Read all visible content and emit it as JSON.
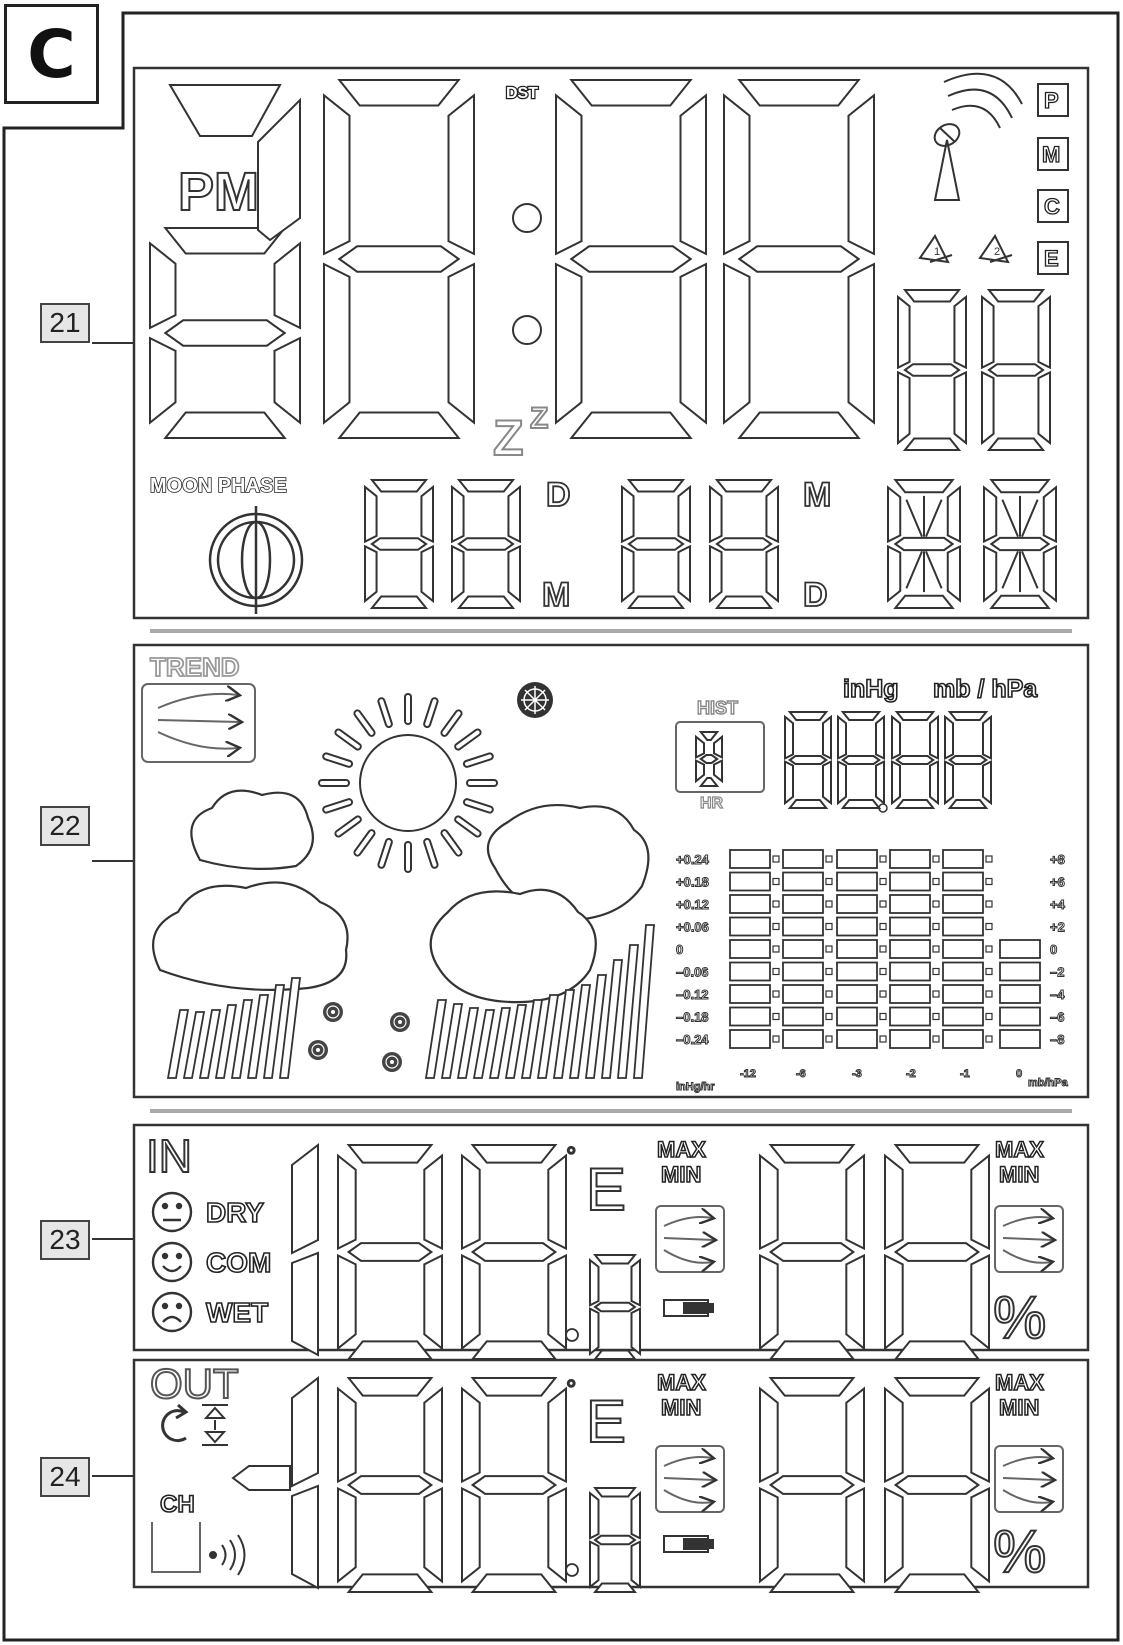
{
  "figure": {
    "corner_letter": "C",
    "callouts": [
      "21",
      "22",
      "23",
      "24"
    ]
  },
  "clock_panel": {
    "dst": "DST",
    "pm": "PM",
    "sleep": "Z",
    "sleep_small": "Z",
    "mode_letters": [
      "P",
      "M",
      "C",
      "E"
    ],
    "moon_phase": "MOON PHASE",
    "date1_top": "D",
    "date1_bottom": "M",
    "date2_top": "M",
    "date2_bottom": "D",
    "icons": [
      "radio-tower-icon",
      "alarm-bell-icon",
      "moon-icon"
    ]
  },
  "weather_panel": {
    "trend": "TREND",
    "hist": "HIST",
    "hr": "HR",
    "unit_inhg": "inHg",
    "unit_mb": "mb / hPa",
    "left_scale": [
      "+0.24",
      "+0.18",
      "+0.12",
      "+0.06",
      "0",
      "–0.06",
      "–0.12",
      "–0.18",
      "–0.24"
    ],
    "right_scale": [
      "+8",
      "+6",
      "+4",
      "+2",
      "0",
      "–2",
      "–4",
      "–6",
      "–8"
    ],
    "x_labels": [
      "-12",
      "-6",
      "-3",
      "-2",
      "-1",
      "0"
    ],
    "x_unit_left": "inHg/hr",
    "x_unit_right": "mb/hPa",
    "icons": [
      "sun-icon",
      "cloud-icon",
      "rain-icon",
      "snowflake-icon",
      "trend-arrow-icon"
    ]
  },
  "indoor_panel": {
    "label": "IN",
    "comfort": [
      "DRY",
      "COM",
      "WET"
    ],
    "deg": "°",
    "unit_letter": "E",
    "max": "MAX",
    "min": "MIN",
    "percent": "%",
    "icons": [
      "neutral-face-icon",
      "smile-face-icon",
      "sad-face-icon",
      "battery-icon",
      "trend-arrow-icon"
    ]
  },
  "outdoor_panel": {
    "label": "OUT",
    "ch": "CH",
    "deg": "°",
    "unit_letter": "E",
    "max": "MAX",
    "min": "MIN",
    "percent": "%",
    "icons": [
      "refresh-icon",
      "up-down-arrow-icon",
      "signal-wave-icon",
      "battery-icon",
      "trend-arrow-icon"
    ]
  }
}
